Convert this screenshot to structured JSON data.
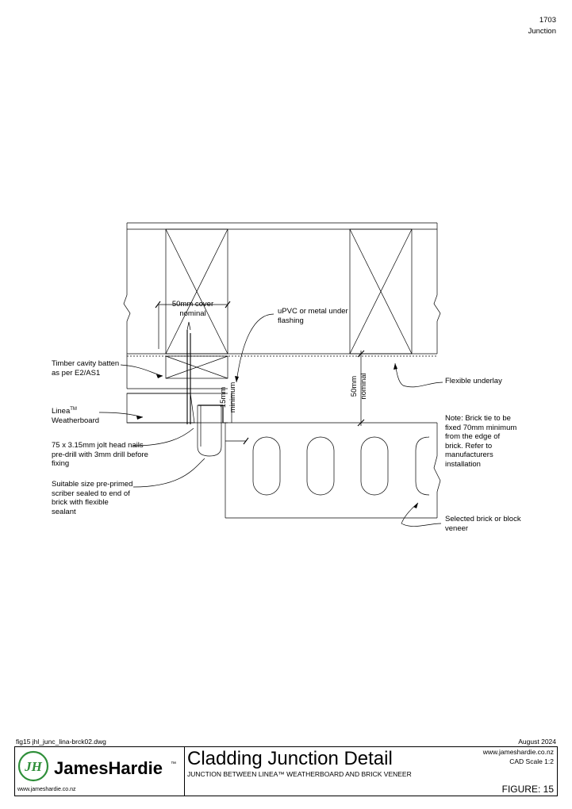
{
  "header": {
    "sheet_number": "1703",
    "section": "Junction"
  },
  "labels": {
    "cover": [
      "50mm cover",
      "nominal"
    ],
    "flashing": [
      "uPVC or metal under",
      "flashing"
    ],
    "batten": [
      "Timber cavity batten",
      "as per E2/AS1"
    ],
    "weatherboard_brand": "Linea",
    "weatherboard_tm": "TM",
    "weatherboard": "Weatherboard",
    "nails": [
      "75 x 3.15mm jolt head nails",
      "pre-drill with 3mm drill before",
      "fixing"
    ],
    "scriber": [
      "Suitable size pre-primed",
      "scriber sealed to end of",
      "brick with flexible",
      "sealant"
    ],
    "underlay": "Flexible underlay",
    "brick_tie": [
      "Note: Brick tie to be",
      "fixed 70mm minimum",
      "from the edge of",
      "brick. Refer to",
      "manufacturers",
      "installation"
    ],
    "veneer": [
      "Selected brick or block",
      "veneer"
    ],
    "gap_15": [
      "15mm",
      "minimum"
    ],
    "cavity_50": [
      "50mm",
      "nominal"
    ]
  },
  "footer": {
    "file_name": "fig15 jhl_junc_lina-brck02.dwg",
    "date": "August 2024",
    "website_right": "www.jameshardie.co.nz",
    "scale": "CAD Scale 1:2",
    "website_left": "www.jameshardie.co.nz",
    "title": "Cladding Junction Detail",
    "subtitle": "JUNCTION BETWEEN LINEA™ WEATHERBOARD AND BRICK VENEER",
    "figure": "FIGURE: 15",
    "brand_name": "JamesHardie",
    "brand_mark": "JH",
    "brand_tm": "™"
  },
  "colors": {
    "line": "#000000",
    "logo_green": "#2f8f3a"
  }
}
